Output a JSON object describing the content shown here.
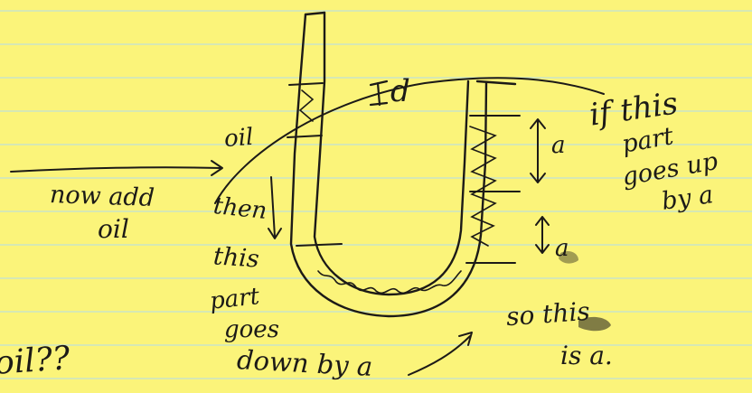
{
  "notes": {
    "oil_top": "oil",
    "d_label": "d",
    "now_add": "now add",
    "oil_left": "oil",
    "then": "then",
    "this": "this",
    "part_left": "part",
    "goes": "goes",
    "down_by_a": "down by a",
    "if_this": "if this",
    "part_right": "part",
    "goes_up": "goes up",
    "by_a": "by a",
    "a_upper": "a",
    "a_lower": "a",
    "so_this": "so this",
    "is_a": "is a.",
    "oil_question": "oil??"
  },
  "colors": {
    "paper": "#fbf47a",
    "rule_line": "#c9e3c8",
    "ink": "#1c1a17"
  }
}
